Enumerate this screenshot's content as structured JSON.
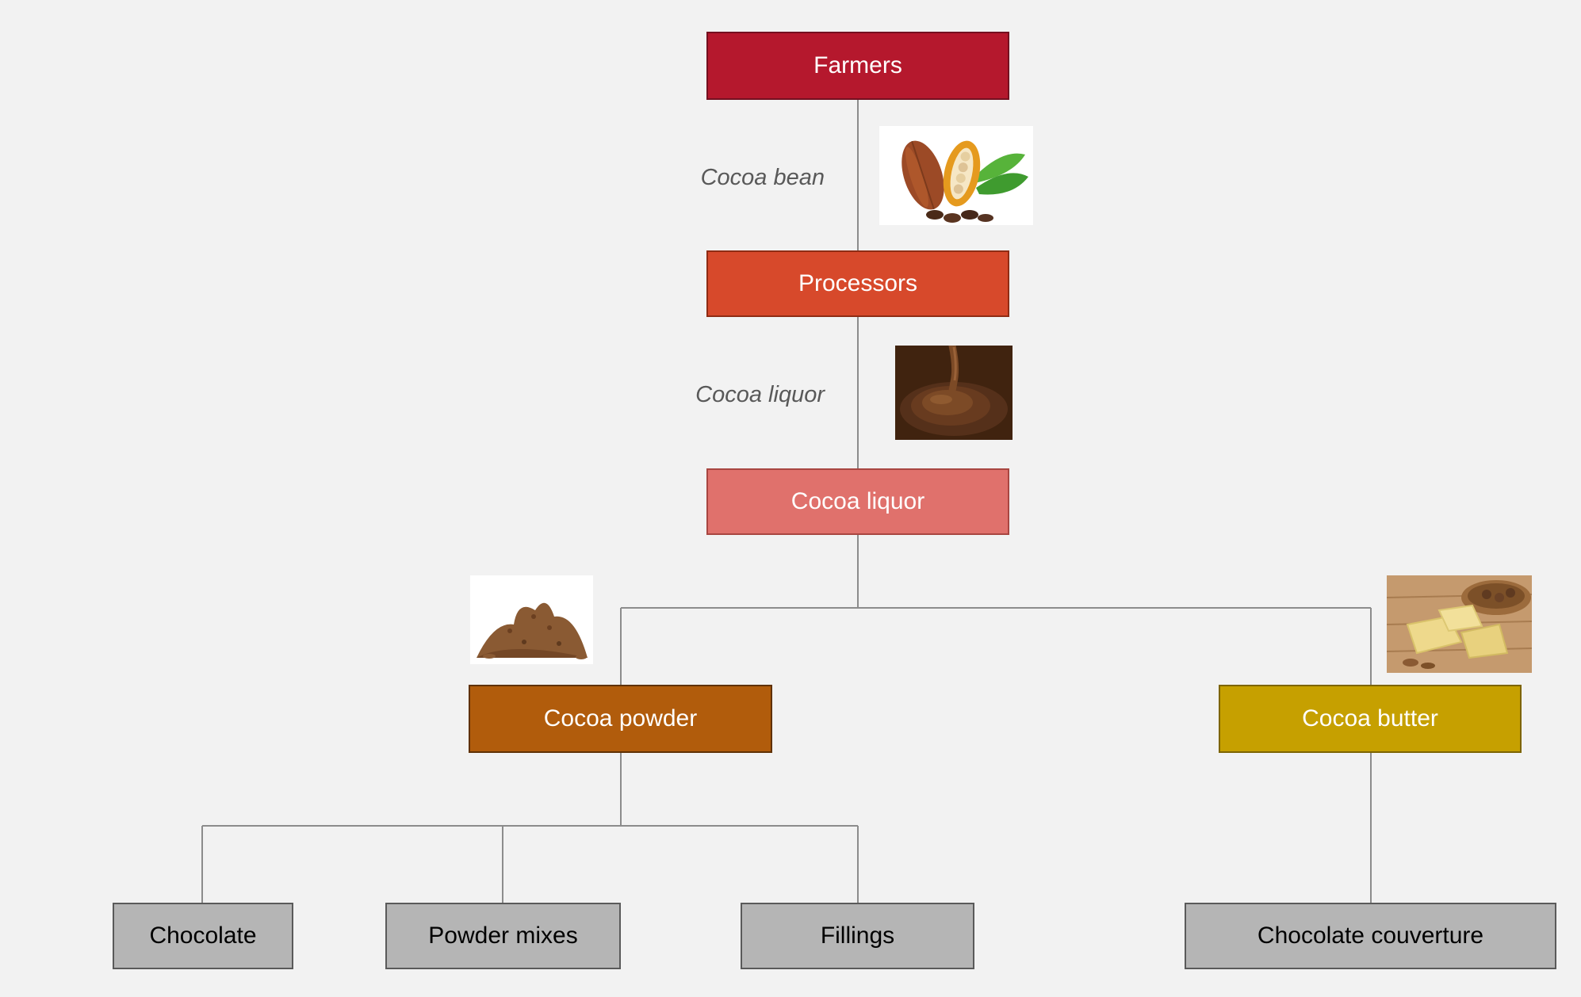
{
  "diagram": {
    "name": "cocoa-supply-chain-flowchart",
    "background_color": "#f2f2f2",
    "line_color": "#8c8c8c",
    "nodes": {
      "farmers": {
        "label": "Farmers",
        "fill": "#b5182d",
        "text_color": "#ffffff"
      },
      "processors": {
        "label": "Processors",
        "fill": "#d7492b",
        "text_color": "#ffffff"
      },
      "cocoa_liquor": {
        "label": "Cocoa liquor",
        "fill": "#e0716c",
        "text_color": "#ffffff"
      },
      "cocoa_powder": {
        "label": "Cocoa powder",
        "fill": "#b15c0c",
        "text_color": "#ffffff"
      },
      "cocoa_butter": {
        "label": "Cocoa butter",
        "fill": "#c6a000",
        "text_color": "#ffffff"
      },
      "chocolate": {
        "label": "Chocolate",
        "fill": "#b5b5b5",
        "text_color": "#000000"
      },
      "powder_mixes": {
        "label": "Powder mixes",
        "fill": "#b5b5b5",
        "text_color": "#000000"
      },
      "fillings": {
        "label": "Fillings",
        "fill": "#b5b5b5",
        "text_color": "#000000"
      },
      "chocolate_couverture": {
        "label": "Chocolate couverture",
        "fill": "#b5b5b5",
        "text_color": "#000000"
      }
    },
    "edges": [
      {
        "from": "Farmers",
        "to": "Processors",
        "label": "Cocoa bean"
      },
      {
        "from": "Processors",
        "to": "Cocoa liquor",
        "label": "Cocoa liquor"
      },
      {
        "from": "Cocoa liquor",
        "to": "Cocoa powder",
        "label": ""
      },
      {
        "from": "Cocoa liquor",
        "to": "Cocoa butter",
        "label": ""
      },
      {
        "from": "Cocoa powder",
        "to": "Chocolate",
        "label": ""
      },
      {
        "from": "Cocoa powder",
        "to": "Powder mixes",
        "label": ""
      },
      {
        "from": "Cocoa powder",
        "to": "Fillings",
        "label": ""
      },
      {
        "from": "Cocoa butter",
        "to": "Chocolate couverture",
        "label": ""
      }
    ],
    "photos": {
      "cocoa_bean": "cocoa-pod-and-beans-photo",
      "cocoa_liquor": "melted-chocolate-photo",
      "cocoa_powder": "cocoa-powder-pile-photo",
      "cocoa_butter": "cocoa-butter-chunks-photo"
    }
  }
}
